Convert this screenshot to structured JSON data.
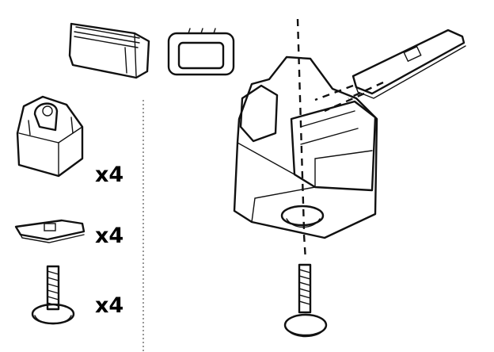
{
  "parts": [
    {
      "name": "rubber-block",
      "quantity_label": "x4"
    },
    {
      "name": "slide-plate",
      "quantity_label": "x4"
    },
    {
      "name": "carriage-bolt",
      "quantity_label": "x4"
    }
  ]
}
